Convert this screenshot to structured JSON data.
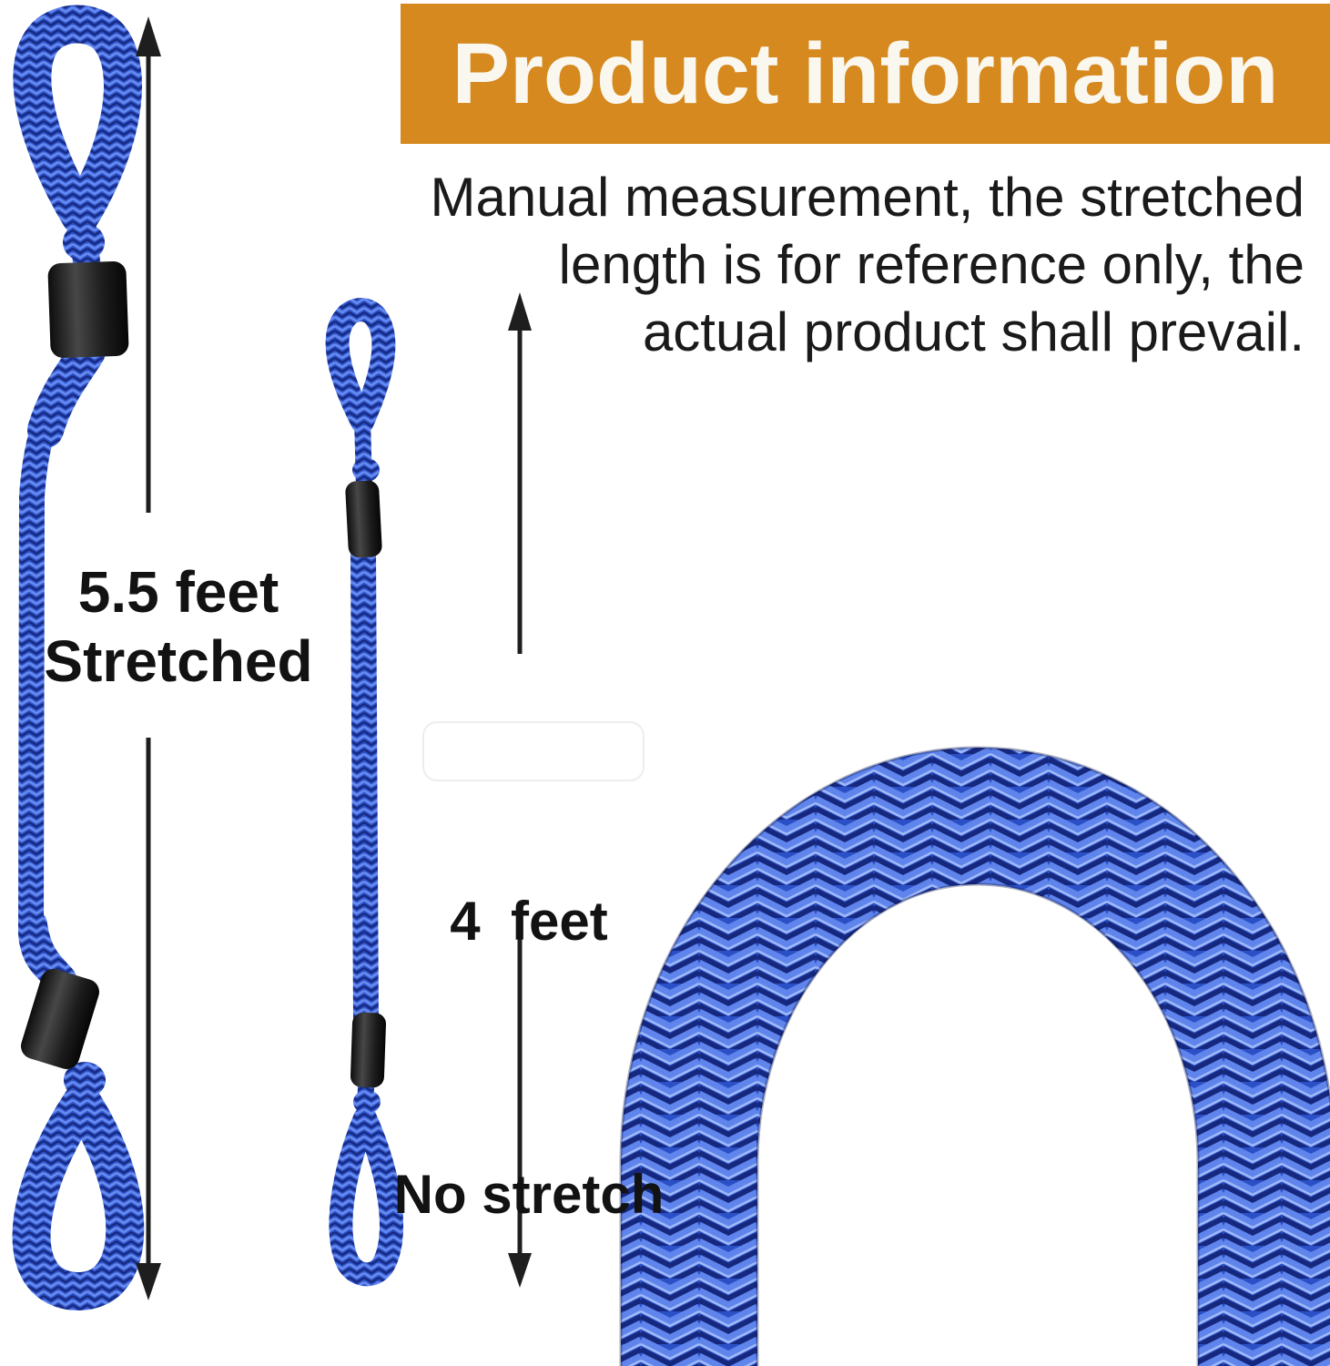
{
  "banner": {
    "title": "Product information"
  },
  "description": {
    "lines": [
      "Manual measurement, the stretched",
      "length is for reference only, the",
      "actual product shall prevail."
    ]
  },
  "measurements": {
    "stretched": {
      "value": "5.5 feet",
      "label": "Stretched"
    },
    "no_stretch": {
      "value": "4  feet",
      "label": "No stretch"
    }
  },
  "colors": {
    "banner_orange": "#D6891E",
    "banner_text": "#FAF7EF",
    "text_black": "#1A1A1A",
    "rope_blue": "#2B50C6",
    "rope_blue_light": "#6589EE",
    "rope_blue_specular": "#9FB9F8",
    "rope_blue_dark": "#17297F",
    "sleeve_black": "#1C1C1C",
    "arrow_black": "#1E1E1E"
  }
}
